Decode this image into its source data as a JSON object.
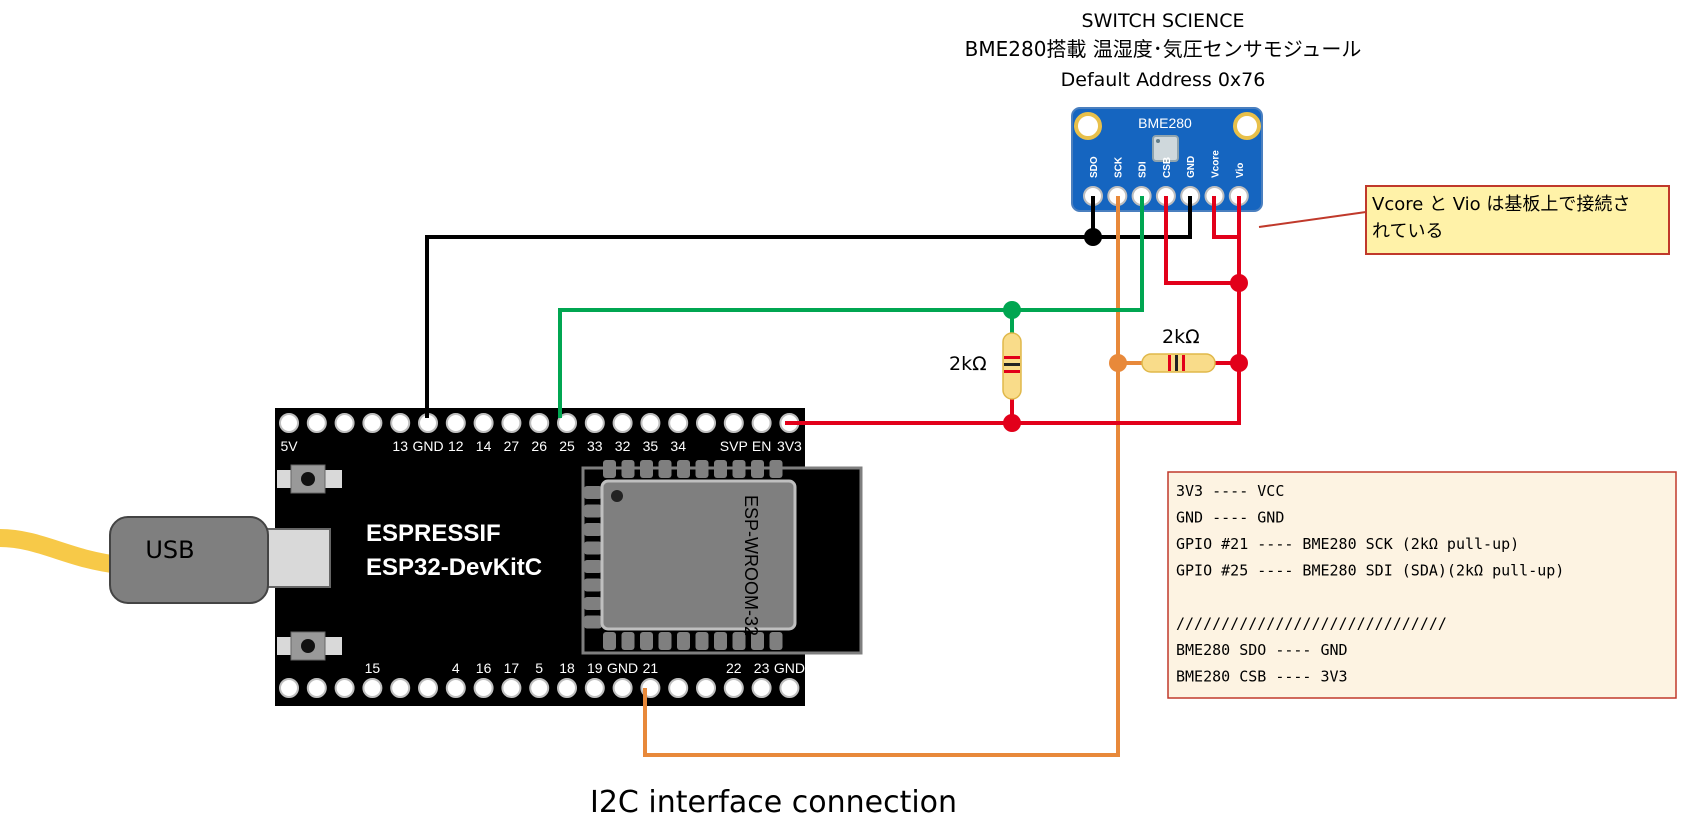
{
  "header": {
    "vendor": "SWITCH SCIENCE",
    "product": "BME280搭載  温湿度･気圧センサモジュール",
    "address": "Default Address 0x76"
  },
  "sensor": {
    "name": "BME280",
    "pins": [
      "SDO",
      "SCK",
      "SDI",
      "CSB",
      "GND",
      "Vcore",
      "Vio"
    ]
  },
  "note": {
    "line1": "Vcore と Vio は基板上で接続さ",
    "line2": "れている"
  },
  "board": {
    "brand": "ESPRESSIF",
    "model": "ESP32-DevKitC",
    "module": "ESP-WROOM-32",
    "usb": "USB",
    "top_pins": [
      "5V",
      "13",
      "GND",
      "12",
      "14",
      "27",
      "26",
      "25",
      "33",
      "32",
      "35",
      "34",
      "SVP",
      "EN",
      "3V3"
    ],
    "bottom_pins": [
      "15",
      "4",
      "16",
      "17",
      "5",
      "18",
      "19",
      "GND",
      "21",
      "22",
      "23",
      "GND"
    ]
  },
  "resistors": {
    "r1": "2kΩ",
    "r2": "2kΩ"
  },
  "connections": {
    "lines": [
      "3V3  ---- VCC",
      "GND  ---- GND",
      "GPIO #21  ---- BME280 SCK (2kΩ pull-up)",
      "GPIO #25  ---- BME280 SDI (SDA)(2kΩ pull-up)",
      "",
      "//////////////////////////////",
      "BME280 SDO ---- GND",
      "BME280 CSB ---- 3V3"
    ]
  },
  "caption": "I2C  interface connection",
  "colors": {
    "black_wire": "#000000",
    "green_wire": "#00a651",
    "red_wire": "#e2001a",
    "orange_wire": "#e8893a",
    "sensor_board": "#1565c0",
    "note_bg": "#fff2a8",
    "note_border": "#c0392b",
    "table_bg": "#fdf3e2",
    "table_border": "#c0392b",
    "usb_cable": "#f7c948"
  }
}
